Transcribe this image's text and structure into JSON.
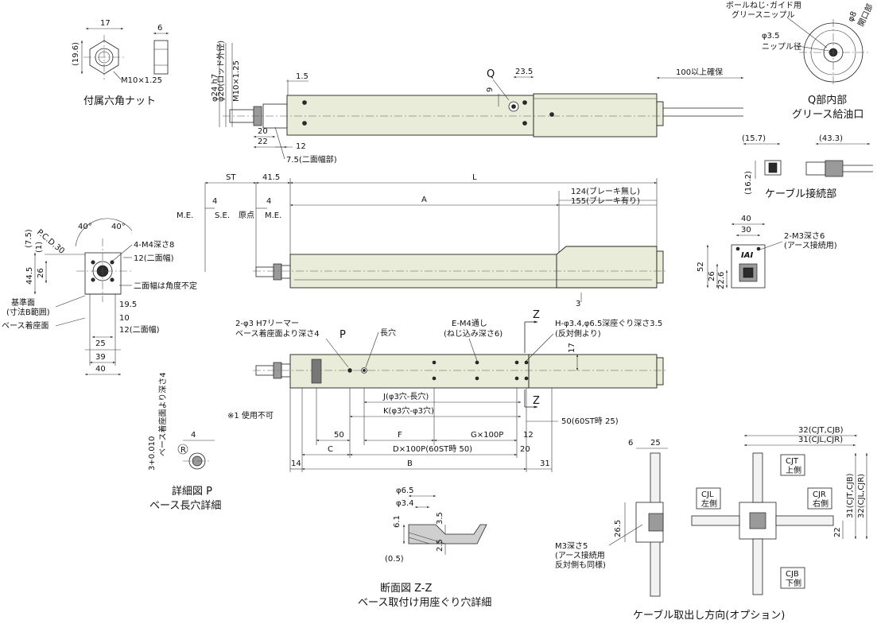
{
  "nut": {
    "title": "付属六角ナット",
    "dim_17": "17",
    "dim_6": "6",
    "dim_19_6": "(19.6)",
    "thread": "M10×1.25"
  },
  "grease": {
    "title_line1": "Q部内部",
    "title_line2": "グリース給油口",
    "callout_line1": "ボールねじ･ガイド用",
    "callout_line2": "グリースニップル",
    "dim_35_line1": "φ3.5",
    "dim_35_line2": "ニップル径",
    "dim_8_line1": "φ8",
    "dim_8_line2": "開口部"
  },
  "cable_conn": {
    "title": "ケーブル接続部",
    "dim_157": "(15.7)",
    "dim_433": "(43.3)",
    "dim_162": "(16.2)"
  },
  "top_view": {
    "dim_15": "1.5",
    "dim_q": "Q",
    "dim_235": "23.5",
    "dim_9": "9",
    "dim_100": "100以上確保",
    "rod_24": "φ24 h7",
    "rod_20": "φ20(ロッド外径)",
    "rod_m10": "M10×1.25",
    "dim_20": "20",
    "dim_22": "22",
    "dim_12": "12",
    "dim_75": "7.5(二面幅部)"
  },
  "side_view": {
    "dim_st": "ST",
    "dim_415": "41.5",
    "dim_l": "L",
    "dim_a": "A",
    "brake_none": "124(ブレーキ無し)",
    "brake_with": "155(ブレーキ有り)",
    "dim_4a": "4",
    "dim_4b": "4",
    "me1": "M.E.",
    "se": "S.E.",
    "origin": "原点",
    "me2": "M.E.",
    "dim_3": "3"
  },
  "end_view": {
    "pcd": "P.C.D.30",
    "ang1": "40°",
    "ang2": "40°",
    "dim_75": "(7.5)",
    "dim_1": "(1)",
    "m4": "4-M4深さ8",
    "dim_445": "44.5",
    "dim_26": "26",
    "w12": "12(二面幅)",
    "angle_note": "二面幅は角度不定",
    "ref1": "基準面",
    "ref2": "(寸法B範囲)",
    "base": "ベース着座面",
    "dim_195": "19.5",
    "dim_10": "10",
    "dim_12b": "12(二面幅)",
    "dim_25": "25",
    "dim_39": "39",
    "dim_40": "40"
  },
  "motor_end": {
    "dim_40": "40",
    "dim_30": "30",
    "m3": "2-M3深さ6",
    "m3_sub": "(アース接続用)",
    "dim_52": "52",
    "dim_26": "26",
    "dim_226": "22.6",
    "logo": "IAI"
  },
  "bottom_view": {
    "pin_line1": "2-φ3 H7リーマー",
    "pin_line2": "ベース着座面より深さ4",
    "p": "P",
    "slot": "長穴",
    "em4_line1": "E-M4通し",
    "em4_line2": "(ねじ込み深さ6)",
    "h_line1": "H-φ3.4,φ6.5深座ぐり深さ3.5",
    "h_line2": "(反対側より)",
    "z1": "Z",
    "z2": "Z",
    "dim_17": "17",
    "j": "J(φ3穴-長穴)",
    "k": "K(φ3穴-φ3穴)",
    "dim_50st": "50(60ST時 25)",
    "note1": "※1 使用不可",
    "dim_50": "50",
    "f": "F",
    "g": "G×100P",
    "dim_12": "12",
    "c": "C",
    "d": "D×100P(60ST時 50)",
    "dim_20": "20",
    "dim_14": "14",
    "b": "B",
    "dim_31": "31"
  },
  "detail_p": {
    "title_line1": "詳細図 P",
    "title_line2": "ベース長穴詳細",
    "dim_4": "4",
    "r": "R",
    "tol": "3+0.010",
    "depth": "ベース着座面より深さ4"
  },
  "section_zz": {
    "title_line1": "断面図 Z-Z",
    "title_line2": "ベース取付け用座ぐり穴詳細",
    "d65": "φ6.5",
    "d34": "φ3.4",
    "dim_61": "6.1",
    "dim_35": "3.5",
    "dim_25": "2.5",
    "dim_05": "(0.5)"
  },
  "cable_dir": {
    "title": "ケーブル取出し方向(オプション)",
    "dim_6": "6",
    "dim_25": "25",
    "dim_265": "26.5",
    "m3_line1": "M3深さ5",
    "m3_line2": "(アース接続用",
    "m3_line3": "反対側も同様)",
    "cjt_cjb": "32(CJT,CJB)",
    "cjl_cjr": "31(CJL,CJR)",
    "v31": "31(CJT,CJB)",
    "v32": "32(CJL,CJR)",
    "dim_22": "22",
    "cjt1": "CJT",
    "cjt2": "上側",
    "cjl1": "CJL",
    "cjl2": "左側",
    "cjr1": "CJR",
    "cjr2": "右側",
    "cjb1": "CJB",
    "cjb2": "下側"
  }
}
